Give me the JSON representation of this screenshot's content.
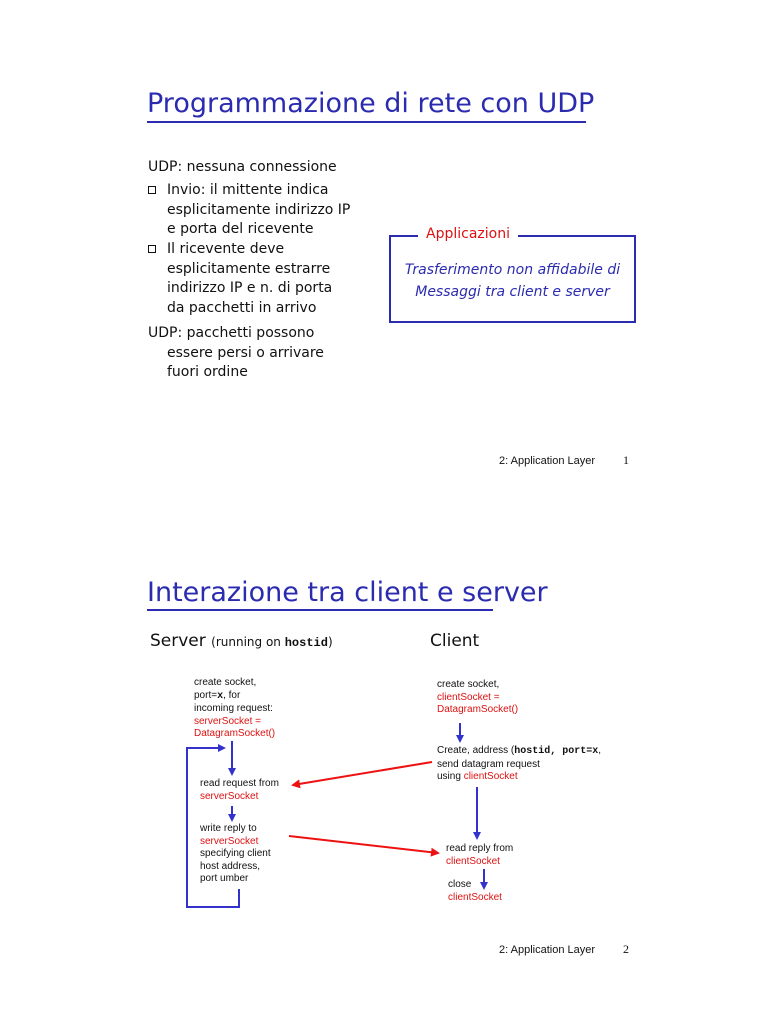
{
  "slide1": {
    "title": "Programmazione di rete con UDP",
    "udp_no_conn": "UDP: nessuna connessione",
    "bullets": [
      [
        "Invio: il mittente indica",
        "esplicitamente indirizzo IP",
        "e porta del ricevente"
      ],
      [
        "Il ricevente deve",
        "esplicitamente estrarre",
        "indirizzo IP e n. di porta",
        "da pacchetti in arrivo"
      ]
    ],
    "udp_lost": [
      "UDP: pacchetti possono",
      "essere persi o arrivare",
      "fuori ordine"
    ],
    "applicazioni_label": "Applicazioni",
    "applicazioni_text": [
      "Trasferimento non affidabile di",
      "Messaggi tra client e server"
    ],
    "footer": "2: Application Layer",
    "page": "1"
  },
  "slide2": {
    "title": "Interazione tra client e server",
    "server_heading": "Server",
    "server_running_pre": "(running on ",
    "server_running_host": "hostid",
    "server_running_post": ")",
    "client_heading": "Client",
    "server_create": {
      "l1": "create socket,",
      "l2a": "port=",
      "l2b": "x",
      "l2c": ", for",
      "l3": "incoming request:",
      "l4": "serverSocket =",
      "l5": "DatagramSocket()"
    },
    "server_read": {
      "l1": "read request from",
      "l2": "serverSocket"
    },
    "server_write": {
      "l1": "write reply to",
      "l2": "serverSocket",
      "l3": "specifying client",
      "l4": "host address,",
      "l5": "port umber"
    },
    "client_create": {
      "l1": "create socket,",
      "l2": "clientSocket =",
      "l3": "DatagramSocket()"
    },
    "client_send": {
      "l1a": "Create, address (",
      "l1b": "hostid, port=x",
      "l1c": ",",
      "l2": "send datagram request",
      "l3a": "using ",
      "l3b": "clientSocket"
    },
    "client_read": {
      "l1": "read reply from",
      "l2": "clientSocket"
    },
    "client_close": {
      "l1": "close",
      "l2": "clientSocket"
    },
    "footer": "2: Application Layer",
    "page": "2"
  },
  "colors": {
    "blue": "#2b2bb0",
    "red": "#dd1111",
    "arrow_blue": "#3333cc",
    "arrow_red": "#ee1111"
  }
}
